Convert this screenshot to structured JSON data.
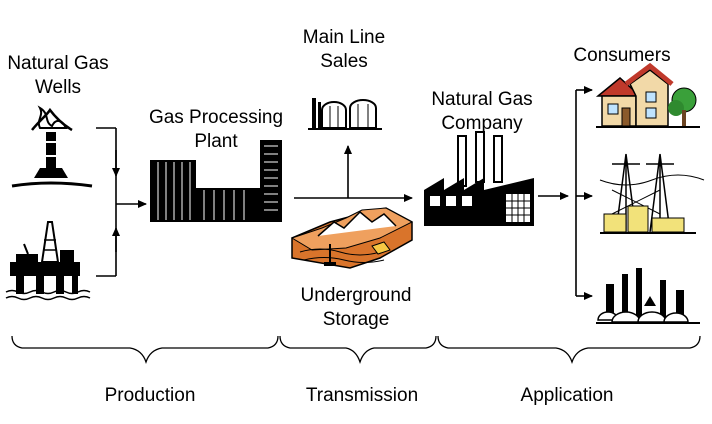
{
  "nodes": {
    "wells": {
      "line1": "Natural Gas",
      "line2": "Wells"
    },
    "processing": {
      "line1": "Gas Processing",
      "line2": "Plant"
    },
    "mainline": {
      "line1": "Main Line",
      "line2": "Sales"
    },
    "company": {
      "line1": "Natural Gas",
      "line2": "Company"
    },
    "storage": {
      "line1": "Underground",
      "line2": "Storage"
    },
    "consumers": {
      "line1": "Consumers"
    }
  },
  "phases": [
    "Production",
    "Transmission",
    "Application"
  ],
  "colors": {
    "line": "#000000",
    "house_roof": "#c0392b",
    "house_wall": "#f2d9a8",
    "tree": "#3aa03a",
    "terrain": "#d9742b",
    "substation": "#f2e27a",
    "mountain": "#ffffff"
  },
  "icons": [
    "gas-well-icon",
    "offshore-rig-icon",
    "processing-plant-icon",
    "storage-tanks-icon",
    "factory-icon",
    "underground-storage-icon",
    "house-icon",
    "power-substation-icon",
    "refinery-icon"
  ]
}
